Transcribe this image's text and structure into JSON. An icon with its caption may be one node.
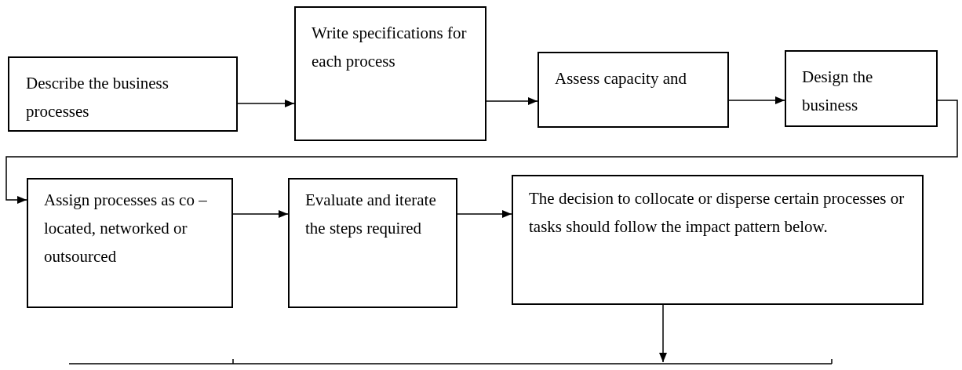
{
  "diagram": {
    "nodes": [
      {
        "text": [
          "Describe the business processes"
        ]
      },
      {
        "text": [
          "Write specifications for each process"
        ]
      },
      {
        "text": [
          "Assess capacity and"
        ]
      },
      {
        "text": [
          "Design the business"
        ]
      },
      {
        "text": [
          "Assign processes as co – located, networked or outsourced"
        ]
      },
      {
        "text": [
          "Evaluate and iterate the steps required"
        ]
      },
      {
        "text": [
          "The decision to collocate or disperse certain processes or tasks should follow the impact pattern below."
        ]
      }
    ],
    "edges": [
      {
        "from": 0,
        "to": 1,
        "arrow": "to"
      },
      {
        "from": 1,
        "to": 2,
        "arrow": "to"
      },
      {
        "from": 2,
        "to": 3,
        "arrow": "to"
      },
      {
        "from": 3,
        "to": 4,
        "arrow": "to"
      },
      {
        "from": 4,
        "to": 5,
        "arrow": "to"
      },
      {
        "from": 5,
        "to": 6,
        "arrow": "to"
      },
      {
        "from": 6,
        "to": null,
        "arrow": "to"
      }
    ]
  }
}
